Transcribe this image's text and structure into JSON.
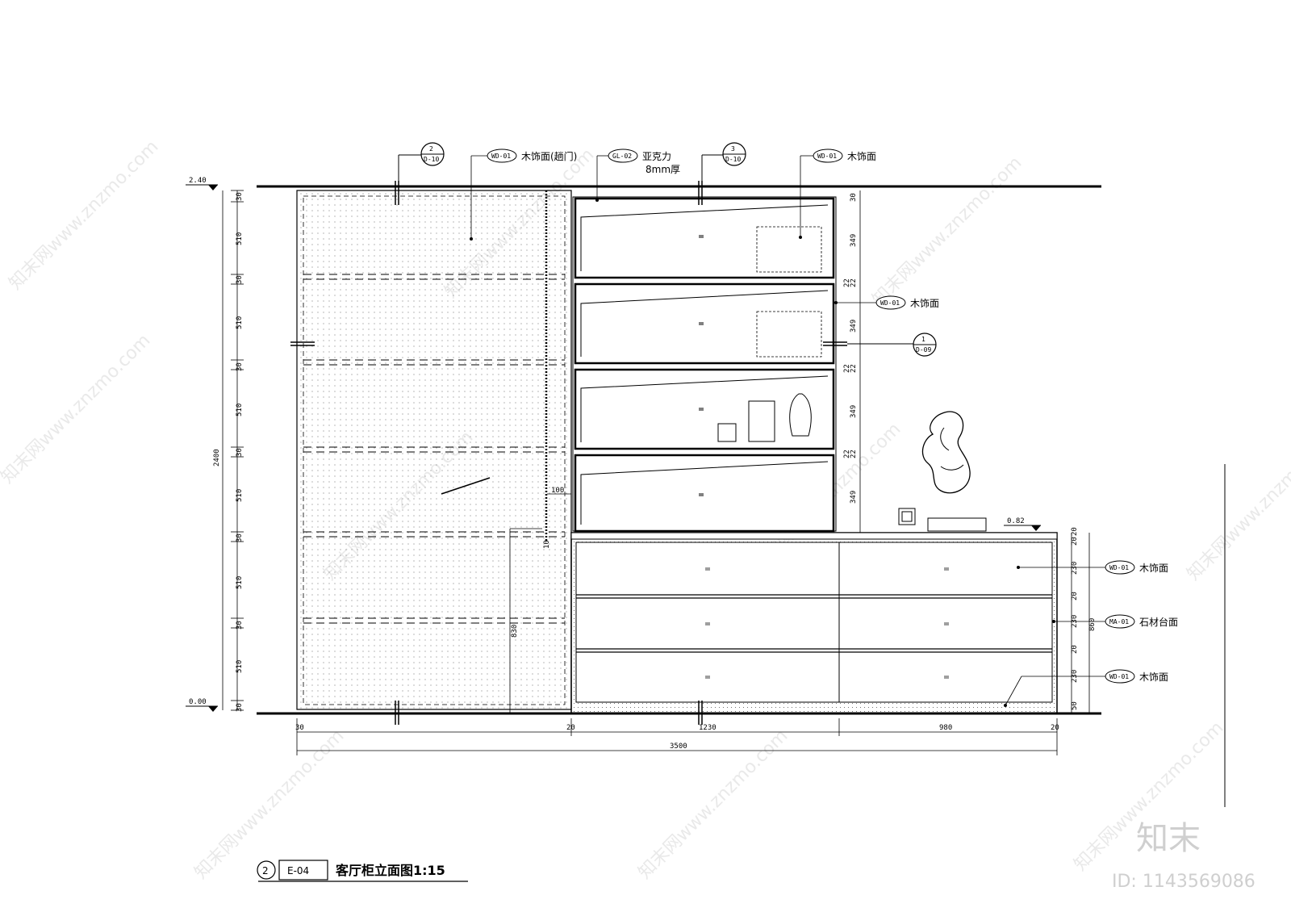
{
  "drawing": {
    "title_no": "2",
    "title_sheet": "E-04",
    "title_text": "客厅柜立面图1:15"
  },
  "levels": {
    "top": "2.40",
    "bottom": "0.00",
    "counter": "0.82"
  },
  "callouts": [
    {
      "tag": "WD-01",
      "text": "木饰面(趟门)"
    },
    {
      "tag": "GL-02",
      "text": "亚克力",
      "text2": "8mm厚"
    },
    {
      "tag": "WD-01",
      "text": "木饰面"
    },
    {
      "tag": "WD-01",
      "text": "木饰面"
    },
    {
      "tag": "WD-01",
      "text": "木饰面"
    },
    {
      "tag": "MA-01",
      "text": "石材台面"
    },
    {
      "tag": "WD-01",
      "text": "木饰面"
    }
  ],
  "section_marks": [
    {
      "num": "2",
      "ref": "D-10"
    },
    {
      "num": "3",
      "ref": "D-10"
    },
    {
      "num": "1",
      "ref": "D-09"
    }
  ],
  "dims_left": {
    "total": "2400",
    "rail": "30",
    "panel": "510"
  },
  "dims_right_shelf": {
    "top": "30",
    "shelf": "349",
    "gap": "22",
    "gap2": "22"
  },
  "dims_right_cab": {
    "top": "20",
    "drawer": "230",
    "gap": "20",
    "base": "50",
    "total": "860"
  },
  "dims_bottom": {
    "left": "30",
    "mid": "20",
    "a": "1230",
    "b": "980",
    "right": "20",
    "total": "3500"
  },
  "dims_misc": {
    "post": "100",
    "door_h": "830",
    "post_n": "10"
  },
  "watermark": {
    "text": "知末网www.znzmo.com",
    "brand": "知末",
    "id": "ID: 1143569086"
  }
}
